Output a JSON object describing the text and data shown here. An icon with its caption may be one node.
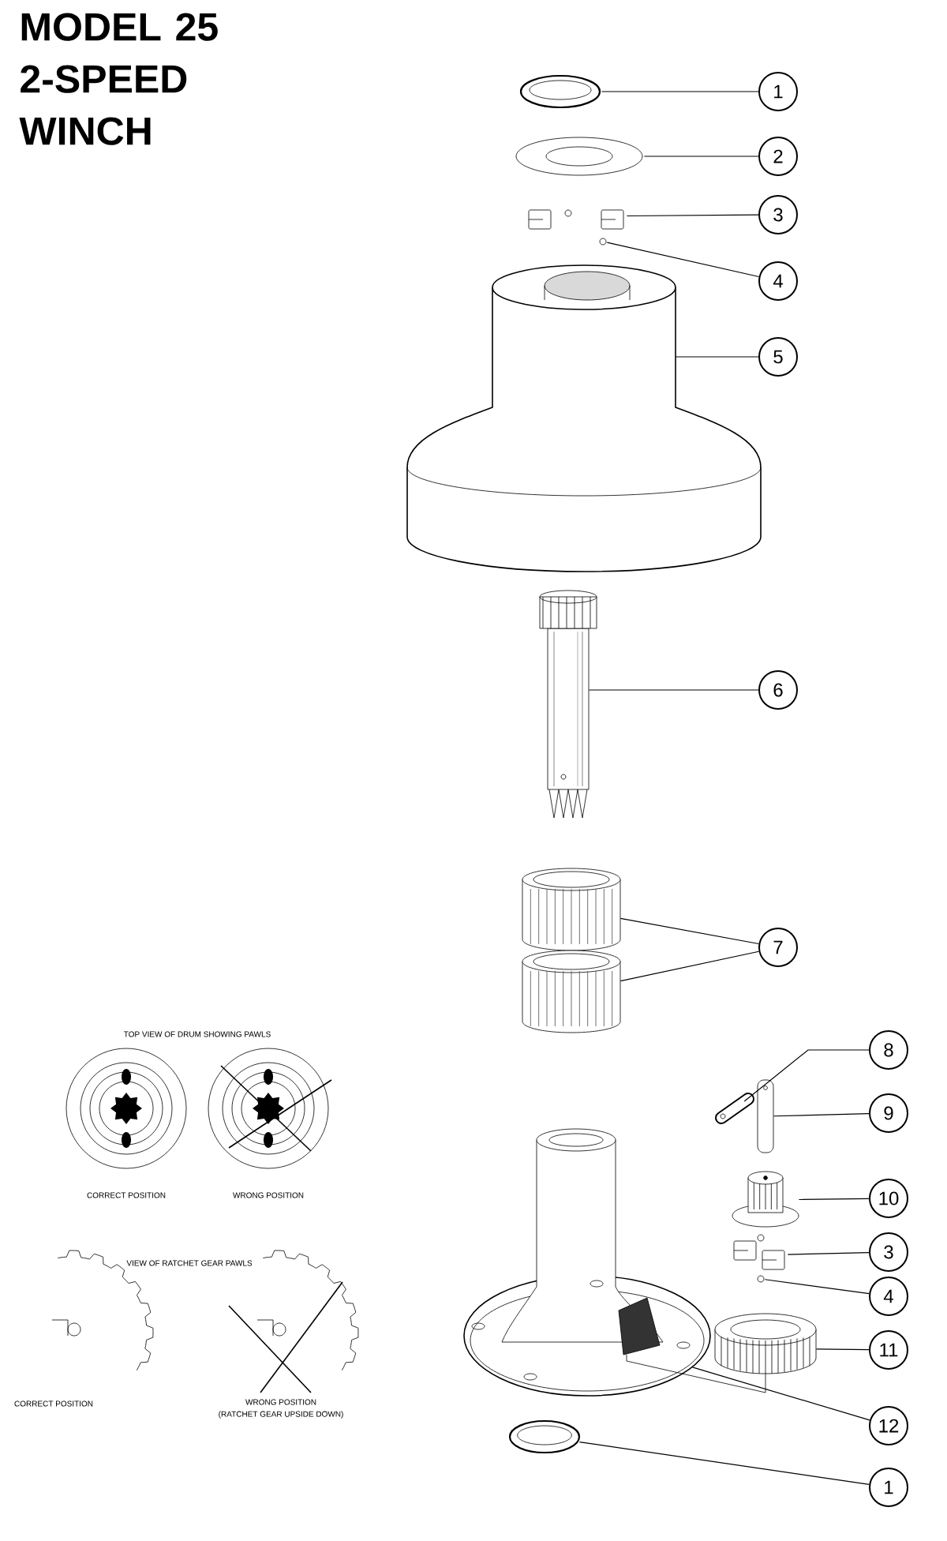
{
  "diagram": {
    "title": "MODEL 25 2-SPEED WINCH",
    "nodes": [
      {
        "text": [
          "1"
        ]
      },
      {
        "text": [
          "2"
        ]
      },
      {
        "text": [
          "3"
        ]
      },
      {
        "text": [
          "4"
        ]
      },
      {
        "text": [
          "5"
        ]
      },
      {
        "text": [
          "6"
        ]
      },
      {
        "text": [
          "7"
        ]
      },
      {
        "text": [
          "8"
        ]
      },
      {
        "text": [
          "9"
        ]
      },
      {
        "text": [
          "10"
        ]
      },
      {
        "text": [
          "3"
        ]
      },
      {
        "text": [
          "4"
        ]
      },
      {
        "text": [
          "11"
        ]
      },
      {
        "text": [
          "12"
        ]
      },
      {
        "text": [
          "1"
        ]
      },
      {
        "text": [],
        "shape": "picture"
      },
      {
        "text": [],
        "shape": "picture"
      },
      {
        "text": [],
        "shape": "picture"
      },
      {
        "text": [],
        "shape": "picture"
      },
      {
        "text": [],
        "shape": "picture"
      },
      {
        "text": [],
        "shape": "picture"
      },
      {
        "text": [],
        "shape": "picture"
      },
      {
        "text": [],
        "shape": "picture"
      },
      {
        "text": [],
        "shape": "picture"
      },
      {
        "text": [],
        "shape": "picture"
      },
      {
        "text": [],
        "shape": "picture"
      },
      {
        "text": [],
        "shape": "picture"
      },
      {
        "text": [],
        "shape": "picture"
      },
      {
        "text": [],
        "shape": "picture"
      },
      {
        "text": [],
        "shape": "picture"
      },
      {
        "text": [],
        "shape": "picture"
      }
    ],
    "edges": [
      {
        "from": 0,
        "to": 15,
        "arrow": "none"
      },
      {
        "from": 1,
        "to": 16,
        "arrow": "none"
      },
      {
        "from": 2,
        "to": 17,
        "arrow": "none"
      },
      {
        "from": 3,
        "to": 18,
        "arrow": "none"
      },
      {
        "from": 4,
        "to": 19,
        "arrow": "none"
      },
      {
        "from": 5,
        "to": 20,
        "arrow": "none"
      },
      {
        "from": 6,
        "to": 21,
        "arrow": "none"
      },
      {
        "from": 6,
        "to": 22,
        "arrow": "none"
      },
      {
        "from": 7,
        "to": 23,
        "arrow": "none"
      },
      {
        "from": 8,
        "to": 24,
        "arrow": "none"
      },
      {
        "from": 9,
        "to": 25,
        "arrow": "none"
      },
      {
        "from": 10,
        "to": 26,
        "arrow": "none"
      },
      {
        "from": 11,
        "to": 27,
        "arrow": "none"
      },
      {
        "from": 12,
        "to": 28,
        "arrow": "none"
      },
      {
        "from": 13,
        "to": 29,
        "arrow": "none"
      },
      {
        "from": 14,
        "to": 30,
        "arrow": "none"
      }
    ],
    "labels": [
      "TOP VIEW OF DRUM SHOWING PAWLS",
      "CORRECT POSITION",
      "WRONG POSITION",
      "VIEW OF RATCHET GEAR PAWLS",
      "CORRECT POSITION",
      "WRONG POSITION",
      "(RATCHET GEAR UPSIDE DOWN)"
    ]
  }
}
